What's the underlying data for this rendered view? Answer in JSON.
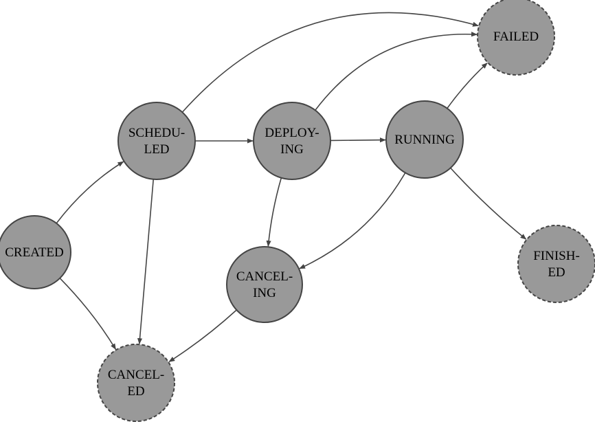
{
  "diagram": {
    "type": "state-transition-graph",
    "colors": {
      "node_fill": "#999999",
      "node_stroke": "#444444",
      "edge": "#444444",
      "text": "#000000"
    },
    "nodes": [
      {
        "id": "created",
        "label_lines": [
          "CREATED"
        ],
        "terminal": false
      },
      {
        "id": "scheduled",
        "label_lines": [
          "SCHEDU-",
          "LED"
        ],
        "terminal": false
      },
      {
        "id": "deploying",
        "label_lines": [
          "DEPLOY-",
          "ING"
        ],
        "terminal": false
      },
      {
        "id": "running",
        "label_lines": [
          "RUNNING"
        ],
        "terminal": false
      },
      {
        "id": "failed",
        "label_lines": [
          "FAILED"
        ],
        "terminal": true
      },
      {
        "id": "finished",
        "label_lines": [
          "FINISH-",
          "ED"
        ],
        "terminal": true
      },
      {
        "id": "canceling",
        "label_lines": [
          "CANCEL-",
          "ING"
        ],
        "terminal": false
      },
      {
        "id": "canceled",
        "label_lines": [
          "CANCEL-",
          "ED"
        ],
        "terminal": true
      }
    ],
    "edges": [
      {
        "from": "created",
        "to": "scheduled"
      },
      {
        "from": "created",
        "to": "canceled"
      },
      {
        "from": "scheduled",
        "to": "deploying"
      },
      {
        "from": "scheduled",
        "to": "failed"
      },
      {
        "from": "scheduled",
        "to": "canceled"
      },
      {
        "from": "deploying",
        "to": "running"
      },
      {
        "from": "deploying",
        "to": "failed"
      },
      {
        "from": "deploying",
        "to": "canceling"
      },
      {
        "from": "running",
        "to": "failed"
      },
      {
        "from": "running",
        "to": "finished"
      },
      {
        "from": "running",
        "to": "canceling"
      },
      {
        "from": "canceling",
        "to": "canceled"
      }
    ]
  }
}
